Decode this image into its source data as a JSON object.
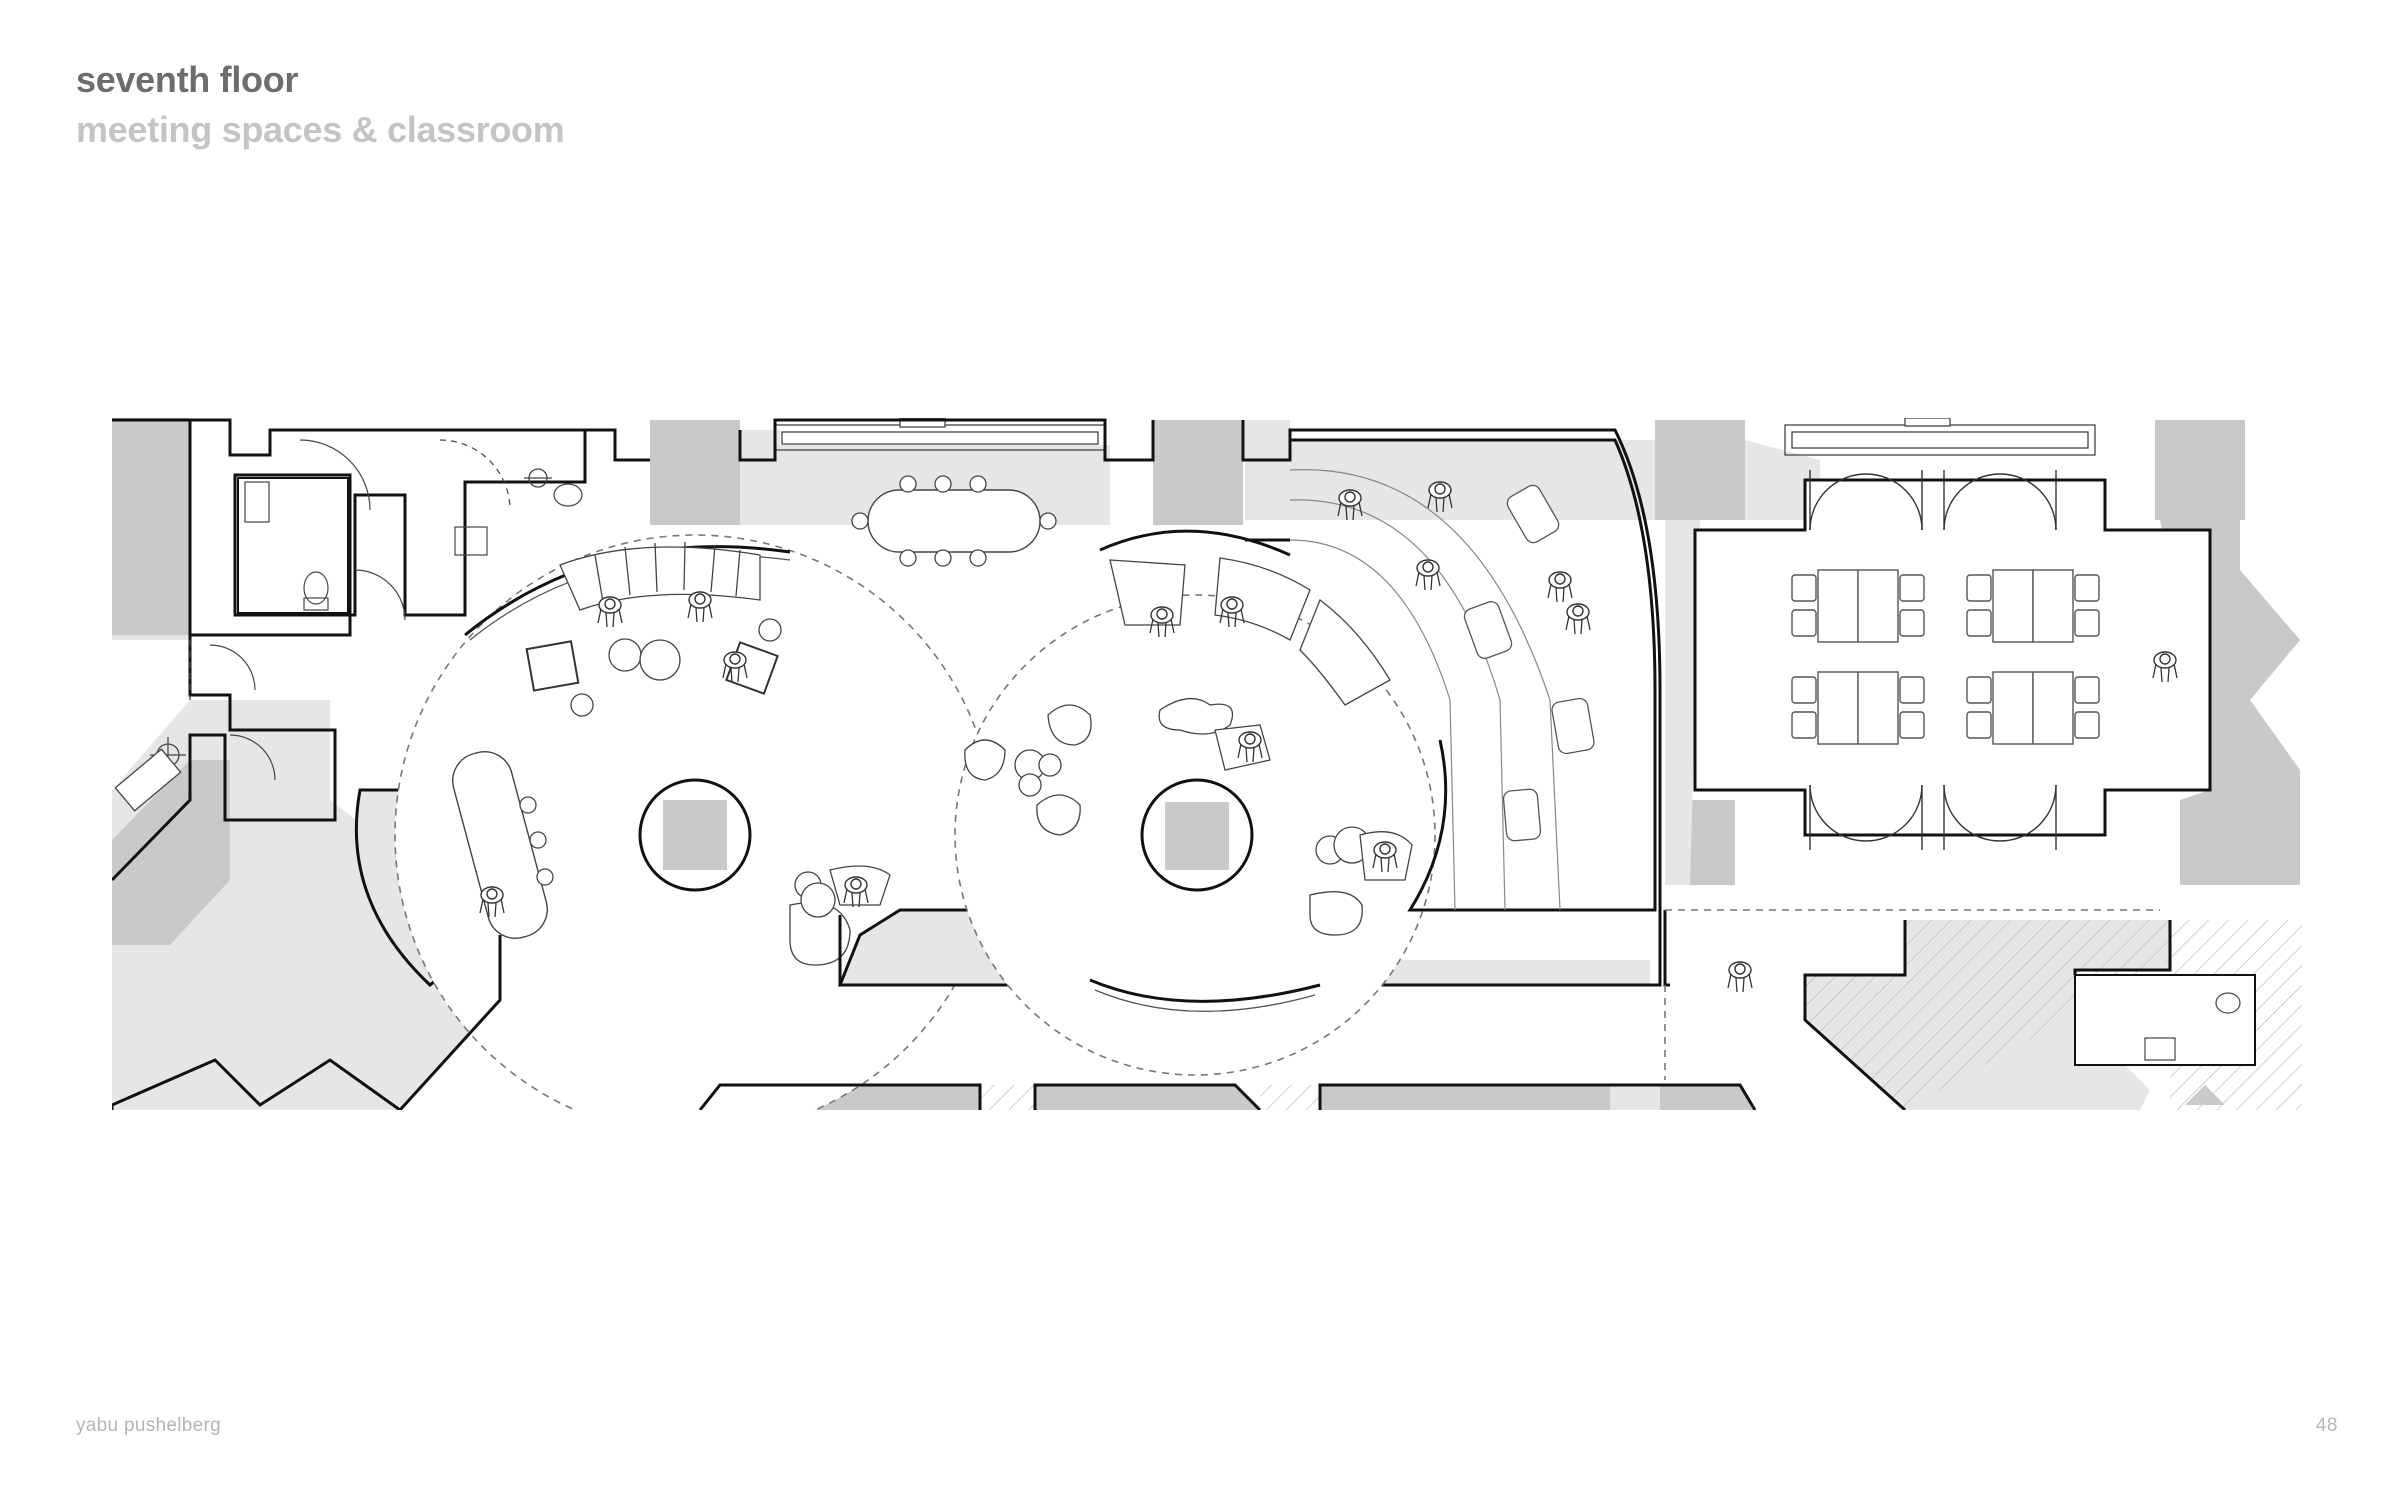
{
  "header": {
    "title": "seventh floor",
    "subtitle": "meeting spaces & classroom"
  },
  "footer": {
    "brand": "yabu pushelberg",
    "page_number": "48"
  },
  "colors": {
    "title": "#6d6d6d",
    "subtitle": "#c4c4c4",
    "footer": "#b5b5b5",
    "wall_fill": "#c9c9c9",
    "floor_fill": "#e6e6e6",
    "line": "#1a1a1a"
  },
  "icons": {
    "person": "person-plan-icon",
    "chair": "chair-plan-icon",
    "door": "door-swing-icon"
  }
}
